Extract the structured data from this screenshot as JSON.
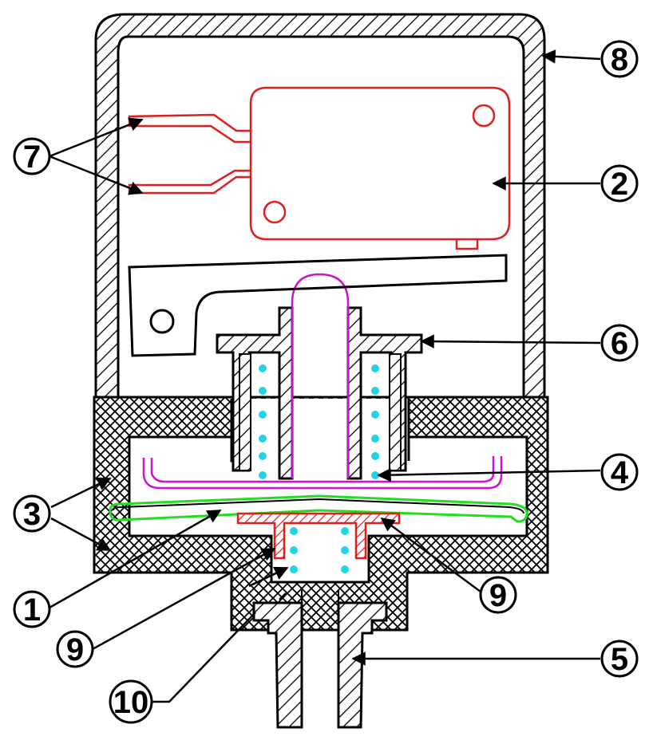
{
  "colors": {
    "outline": "#000000",
    "switch": "#e11d1d",
    "diaphragm_cup": "#d012d0",
    "membrane": "#22dd22",
    "spring": "#22d3e6",
    "seat": "#e11d1d"
  },
  "callouts": [
    {
      "id": "1",
      "label": "1"
    },
    {
      "id": "2",
      "label": "2"
    },
    {
      "id": "3",
      "label": "3"
    },
    {
      "id": "4",
      "label": "4"
    },
    {
      "id": "5",
      "label": "5"
    },
    {
      "id": "6",
      "label": "6"
    },
    {
      "id": "7",
      "label": "7"
    },
    {
      "id": "8",
      "label": "8"
    },
    {
      "id": "9a",
      "label": "9"
    },
    {
      "id": "9b",
      "label": "9"
    },
    {
      "id": "10",
      "label": "10"
    }
  ]
}
